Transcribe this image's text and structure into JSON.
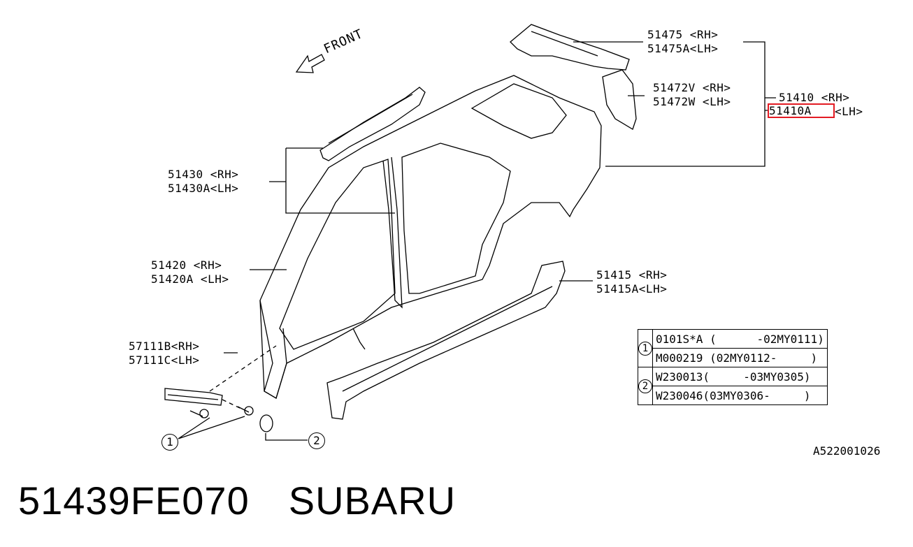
{
  "labels": {
    "p51475": "51475 <RH>",
    "p51475a": "51475A<LH>",
    "p51472v": "51472V <RH>",
    "p51472w": "51472W <LH>",
    "p51410": "51410 <RH>",
    "p51410a": "51410A",
    "p51410a_side": "<LH>",
    "p51430": "51430 <RH>",
    "p51430a": "51430A<LH>",
    "p51420": "51420 <RH>",
    "p51420a": "51420A <LH>",
    "p51415": "51415 <RH>",
    "p51415a": "51415A<LH>",
    "p57111b": "57111B<RH>",
    "p57111c": "57111C<LH>"
  },
  "front_arrow": "FRONT",
  "callouts": {
    "one": "1",
    "two": "2"
  },
  "code_table": [
    {
      "num": "1",
      "code": "0101S*A (      -02MY0111)"
    },
    {
      "num": "",
      "code": "M000219 (02MY0112-     )"
    },
    {
      "num": "2",
      "code": "W230013(     -03MY0305)"
    },
    {
      "num": "",
      "code": "W230046(03MY0306-     )"
    }
  ],
  "figure_number": "A522001026",
  "footer": {
    "part_number": "51439FE070",
    "brand": "SUBARU"
  },
  "colors": {
    "highlight": "#e31b23",
    "ink": "#000000"
  }
}
